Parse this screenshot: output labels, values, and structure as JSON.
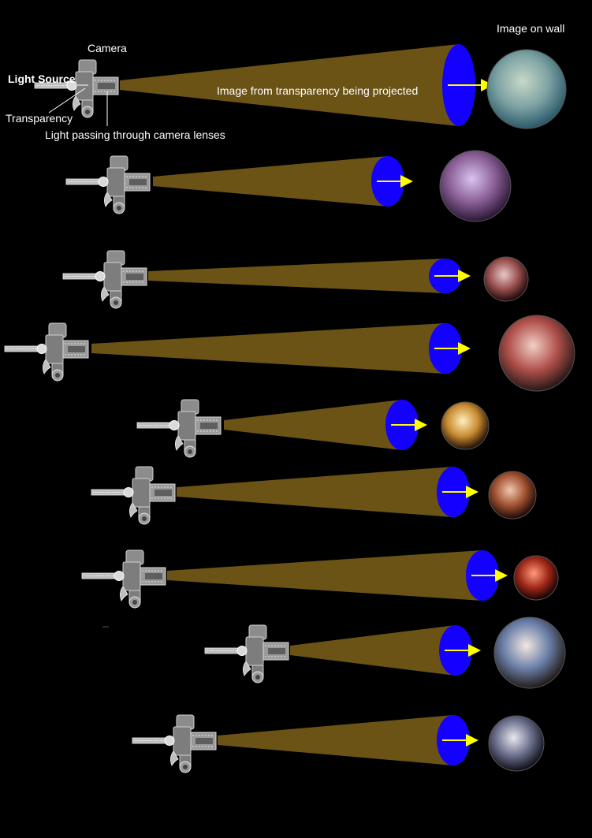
{
  "labels": {
    "camera": "Camera",
    "image_on_wall": "Image on wall",
    "light_source": "Light Source",
    "transparency": "Transparency",
    "light_passing": "Light passing through camera lenses",
    "image_projected": "Image from transparency being projected"
  },
  "colors": {
    "background": "#000000",
    "beam": "#6b5316",
    "lens_disc": "#1400ff",
    "arrow": "#ffff00",
    "camera_body": "#8a8a8a",
    "text": "#ffffff"
  },
  "projections": [
    {
      "id": "main-projection",
      "photo_tones": [
        "#c8d8c8",
        "#7ea3a4",
        "#2c5a6a"
      ]
    },
    {
      "id": "projection-2",
      "photo_tones": [
        "#d9c4f0",
        "#8a5f96",
        "#2a1836"
      ]
    },
    {
      "id": "projection-3",
      "photo_tones": [
        "#e8c8c8",
        "#9a5050",
        "#200808"
      ]
    },
    {
      "id": "projection-4",
      "photo_tones": [
        "#f0d0c8",
        "#b0504a",
        "#281818"
      ]
    },
    {
      "id": "projection-5",
      "photo_tones": [
        "#fff0c0",
        "#c88a30",
        "#201008"
      ]
    },
    {
      "id": "projection-6",
      "photo_tones": [
        "#f0c8b0",
        "#a05030",
        "#1c0a06"
      ]
    },
    {
      "id": "projection-7",
      "photo_tones": [
        "#ff9a7a",
        "#a02818",
        "#140404"
      ]
    },
    {
      "id": "projection-8",
      "photo_tones": [
        "#f2e8e0",
        "#6a7ea8",
        "#221c18"
      ]
    },
    {
      "id": "projection-9",
      "photo_tones": [
        "#e8e8f0",
        "#6a6e8a",
        "#101018"
      ]
    }
  ]
}
